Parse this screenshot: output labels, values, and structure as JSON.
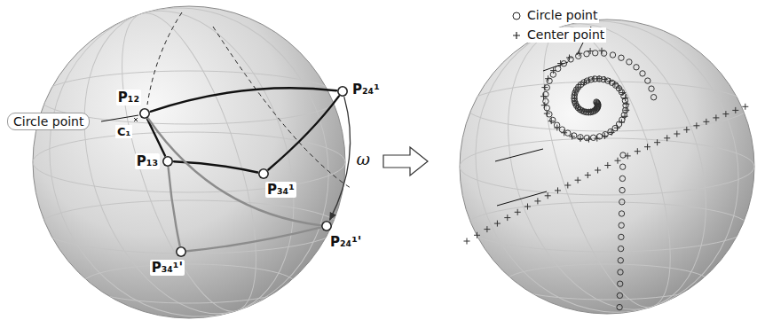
{
  "diagram": {
    "nodes": [
      {
        "text": [
          "P₁₂"
        ]
      },
      {
        "text": [
          "P₂₄¹"
        ]
      },
      {
        "text": [
          "P₁₃"
        ]
      },
      {
        "text": [
          "P₃₄¹"
        ]
      },
      {
        "text": [
          "P₂₄¹'"
        ]
      },
      {
        "text": [
          "P₃₄¹'"
        ]
      }
    ],
    "edges": [
      {
        "from": 0,
        "to": 1,
        "arrow": "none"
      },
      {
        "from": 0,
        "to": 2,
        "arrow": "none"
      },
      {
        "from": 2,
        "to": 3,
        "arrow": "none"
      },
      {
        "from": 3,
        "to": 1,
        "arrow": "none"
      },
      {
        "from": 0,
        "to": 4,
        "arrow": "none"
      },
      {
        "from": 2,
        "to": 5,
        "arrow": "none"
      },
      {
        "from": 5,
        "to": 4,
        "arrow": "none"
      },
      {
        "from": 1,
        "to": 4,
        "label": "ω",
        "arrow": "to"
      }
    ],
    "labels": [
      "Circle point",
      "C₁"
    ],
    "legend": [
      {
        "text": "Circle point"
      },
      {
        "text": "Center point"
      }
    ]
  }
}
